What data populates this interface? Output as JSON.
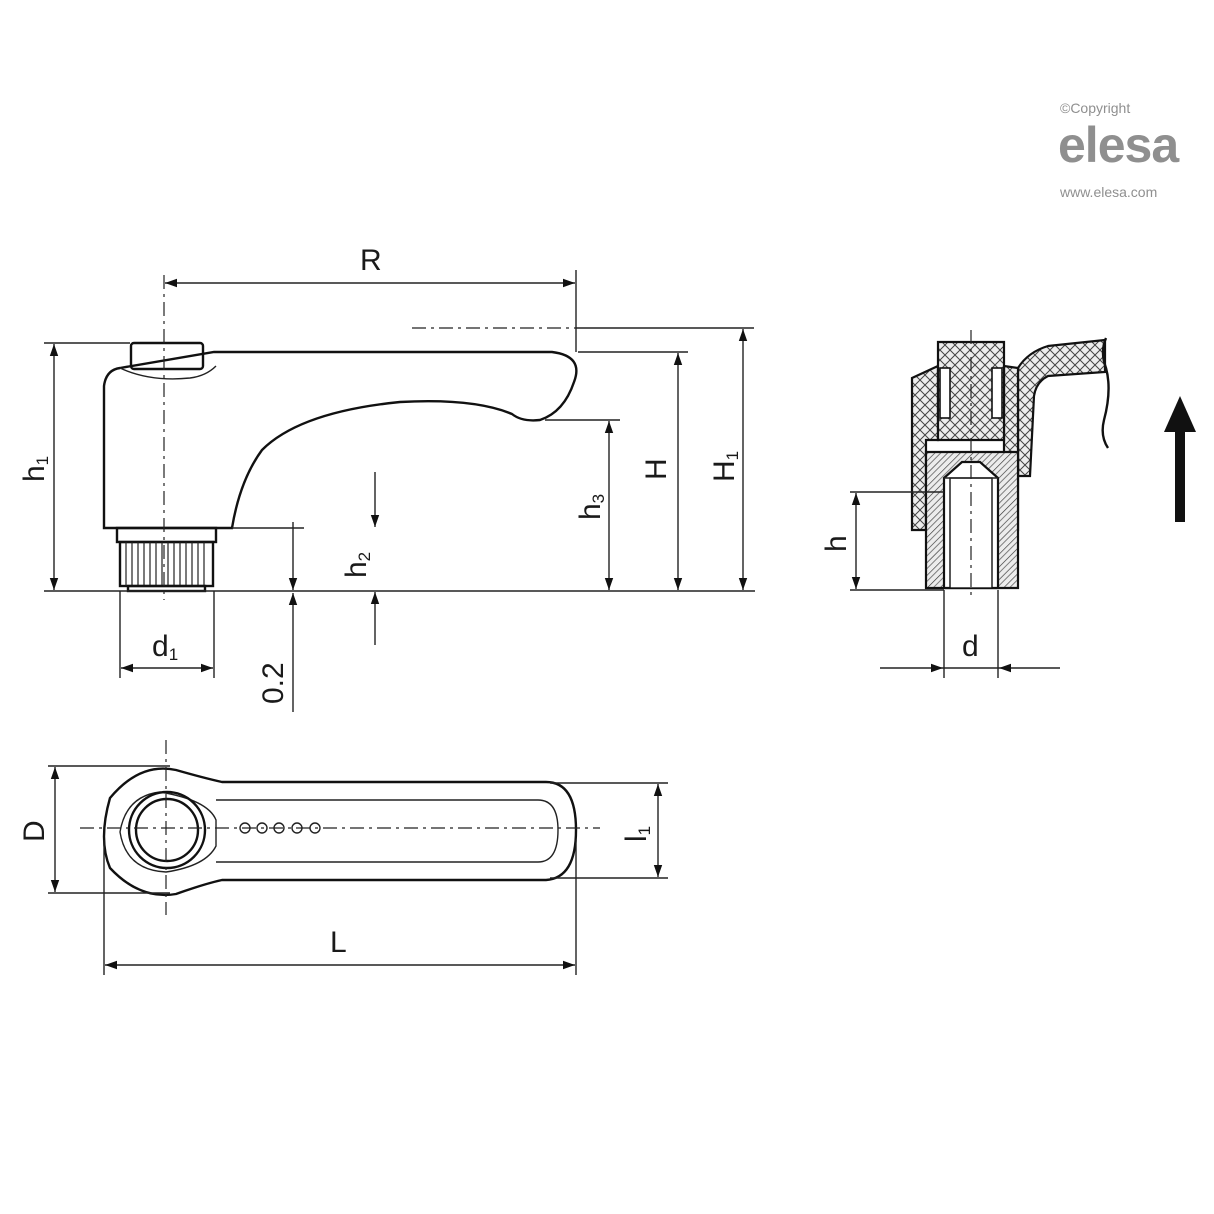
{
  "branding": {
    "copyright": "©Copyright",
    "logo": "elesa",
    "url": "www.elesa.com"
  },
  "dimensions": {
    "R": "R",
    "h1": {
      "main": "h",
      "sub": "1"
    },
    "h2": {
      "main": "h",
      "sub": "2"
    },
    "h3": {
      "main": "h",
      "sub": "3"
    },
    "H": "H",
    "H1": {
      "main": "H",
      "sub": "1"
    },
    "d1": {
      "main": "d",
      "sub": "1"
    },
    "offset": "0.2",
    "h": "h",
    "d": "d",
    "D": "D",
    "L": "L",
    "l1": {
      "main": "l",
      "sub": "1"
    }
  },
  "icons": {
    "direction": "up-arrow-icon"
  }
}
